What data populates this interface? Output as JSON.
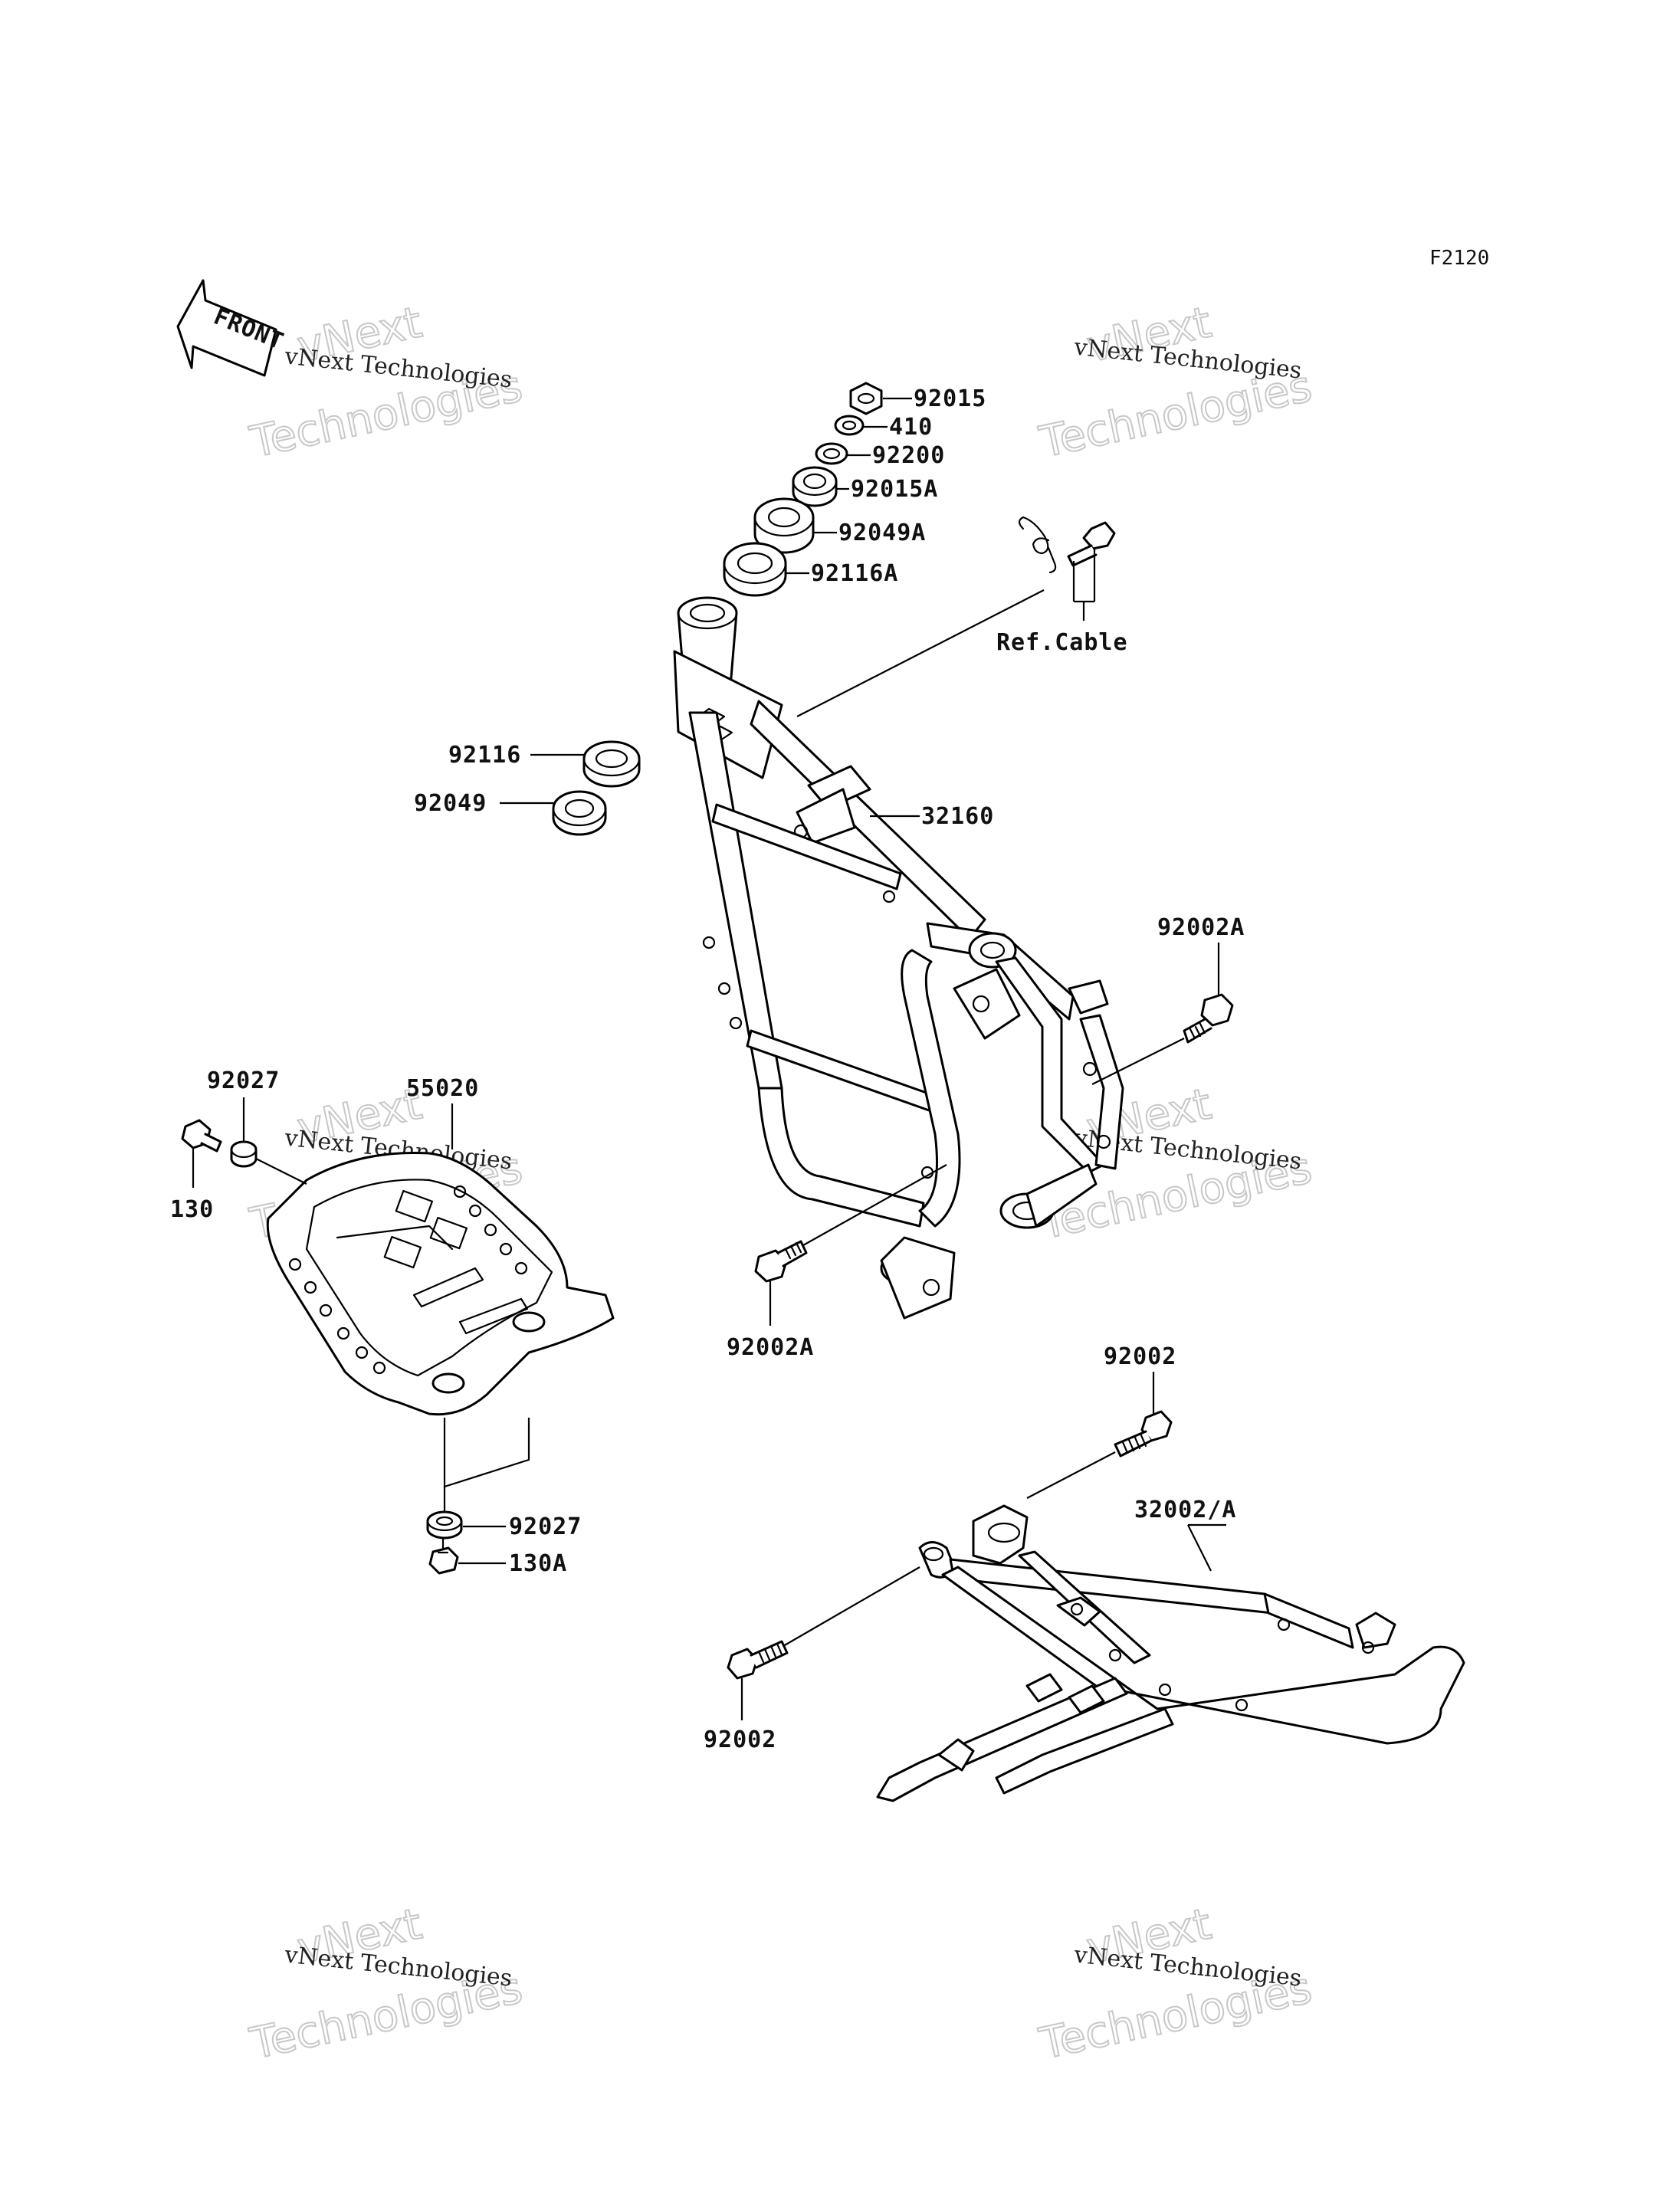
{
  "figure_code": "F2120",
  "front_label": "FRONT",
  "watermark": {
    "line1": "vNext Technologies",
    "big_top": "vNext",
    "big_bottom": "Technologies"
  },
  "ref_cable": "Ref.Cable",
  "parts": {
    "p92015": "92015",
    "p410": "410",
    "p92200": "92200",
    "p92015A": "92015A",
    "p92049A": "92049A",
    "p92116A": "92116A",
    "p92116": "92116",
    "p92049": "92049",
    "p32160": "32160",
    "p92002A_right": "92002A",
    "p92002A_bottom": "92002A",
    "p92027_top": "92027",
    "p55020": "55020",
    "p130": "130",
    "p92027_bottom": "92027",
    "p130A": "130A",
    "p92002_top": "92002",
    "p32002A": "32002/A",
    "p92002_bottom": "92002"
  }
}
